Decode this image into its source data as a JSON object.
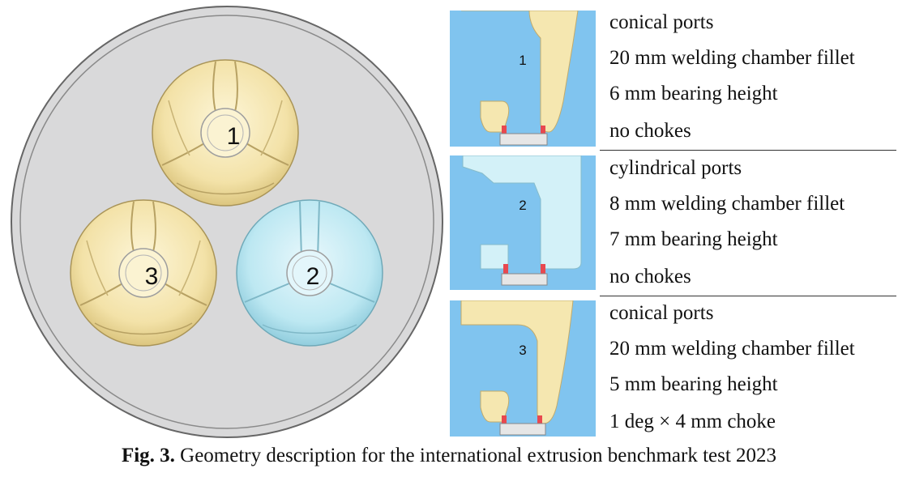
{
  "die_view": {
    "port_labels": [
      "1",
      "2",
      "3"
    ],
    "colors": {
      "die_face": "#d9d9da",
      "port_conical": "#f3e2a8",
      "port_cylindrical": "#bde8f2"
    }
  },
  "details": [
    {
      "label": "1",
      "specs": [
        "conical ports",
        "20 mm welding chamber fillet",
        "6 mm bearing height",
        "no chokes"
      ]
    },
    {
      "label": "2",
      "specs": [
        "cylindrical ports",
        "8 mm welding chamber fillet",
        "7 mm bearing height",
        "no chokes"
      ]
    },
    {
      "label": "3",
      "specs": [
        "conical ports",
        "20 mm welding chamber fillet",
        "5 mm bearing height",
        "1 deg × 4 mm choke"
      ]
    }
  ],
  "detail_colors": {
    "background": "#80c4ef",
    "bearing": "#e8484f"
  },
  "caption": {
    "prefix": "Fig. 3.",
    "text": " Geometry description for the international extrusion benchmark test 2023"
  }
}
